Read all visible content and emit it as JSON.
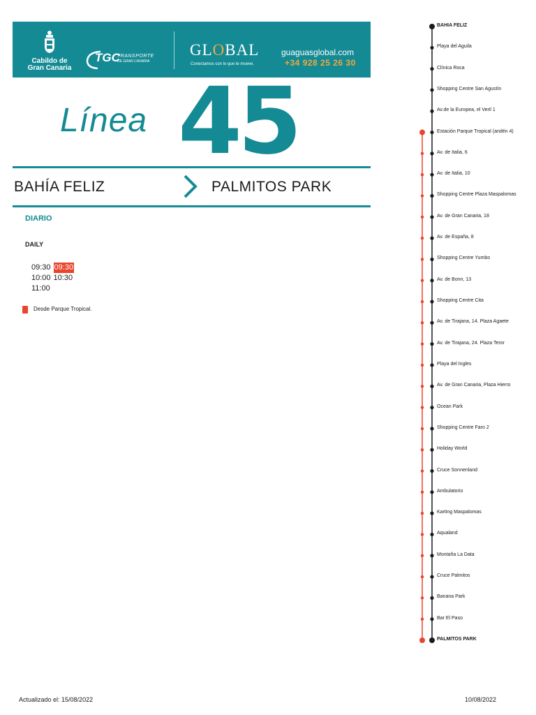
{
  "header": {
    "cabildo_line1": "Cabildo de",
    "cabildo_line2": "Gran Canaria",
    "tgc_mark": "TGC",
    "tgc_line1": "TRANSPORTE",
    "tgc_line2": "DE GRAN CANARIA",
    "brand_pre": "GL",
    "brand_o": "O",
    "brand_post": "BAL",
    "slogan": "Conectamos con lo que te mueve.",
    "website": "guaguasglobal.com",
    "phone": "+34 928 25 26 30",
    "banner_color": "#148a94",
    "accent_color": "#f2a93b"
  },
  "line": {
    "word": "Línea",
    "number": "45"
  },
  "route_title": {
    "origin": "BAHÍA FELIZ",
    "destination": "PALMITOS PARK"
  },
  "schedule": {
    "heading": "DIARIO",
    "subheading": "DAILY",
    "rows": [
      [
        "09:30",
        "09:30"
      ],
      [
        "10:00",
        "10:30"
      ],
      [
        "11:00"
      ]
    ],
    "highlight_color": "#e8452c",
    "legend": "Desde Parque Tropical."
  },
  "stops": [
    {
      "name": "BAHIA FELIZ",
      "bold": true
    },
    {
      "name": "Playa del Aguila"
    },
    {
      "name": "Clínica Roca"
    },
    {
      "name": "Shopping Centre San Agustín"
    },
    {
      "name": "Av.de la Europea, el Veril 1"
    },
    {
      "name": "Estación Parque Tropical (andén 4)"
    },
    {
      "name": "Av. de Italia, 6"
    },
    {
      "name": "Av. de Italia, 10"
    },
    {
      "name": "Shopping Centre Plaza Maspalomas"
    },
    {
      "name": "Av. de Gran Canaria, 18"
    },
    {
      "name": "Av. de España, 8"
    },
    {
      "name": "Shopping Centre Yumbo"
    },
    {
      "name": "Av. de Bonn, 13"
    },
    {
      "name": "Shopping Centre Cita"
    },
    {
      "name": "Av. de Tirajana, 14. Plaza Agaete"
    },
    {
      "name": "Av. de Tirajana, 24. Plaza Teror"
    },
    {
      "name": "Playa del Ingles"
    },
    {
      "name": "Av. de Gran Canaria, Plaza Hierro"
    },
    {
      "name": "Ocean Park"
    },
    {
      "name": "Shopping Centre Faro 2"
    },
    {
      "name": "Holiday World"
    },
    {
      "name": "Cruce Sonnenland"
    },
    {
      "name": "Ambulatorio"
    },
    {
      "name": "Karting Maspalomas"
    },
    {
      "name": "Aqualand"
    },
    {
      "name": "Montaña La Data"
    },
    {
      "name": "Cruce Palmitos"
    },
    {
      "name": "Banana Park"
    },
    {
      "name": "Bar El Paso"
    },
    {
      "name": "PALMITOS PARK",
      "bold": true
    }
  ],
  "route_colors": {
    "main": "#1a1a1a",
    "tropical": "#e8452c"
  },
  "footer": {
    "updated": "Actualizado el:  15/08/2022",
    "date": "10/08/2022"
  }
}
